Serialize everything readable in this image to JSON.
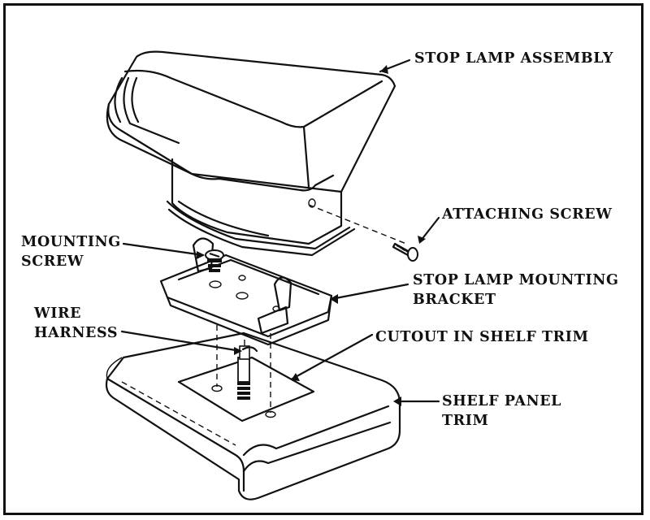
{
  "labels": {
    "stop_lamp_assembly": "STOP LAMP ASSEMBLY",
    "attaching_screw": "ATTACHING SCREW",
    "mounting_screw_1": "MOUNTING",
    "mounting_screw_2": "SCREW",
    "mounting_bracket_1": "STOP LAMP MOUNTING",
    "mounting_bracket_2": "BRACKET",
    "wire_harness_1": "WIRE",
    "wire_harness_2": "HARNESS",
    "cutout": "CUTOUT IN SHELF TRIM",
    "shelf_panel_1": "SHELF PANEL",
    "shelf_panel_2": "TRIM"
  }
}
